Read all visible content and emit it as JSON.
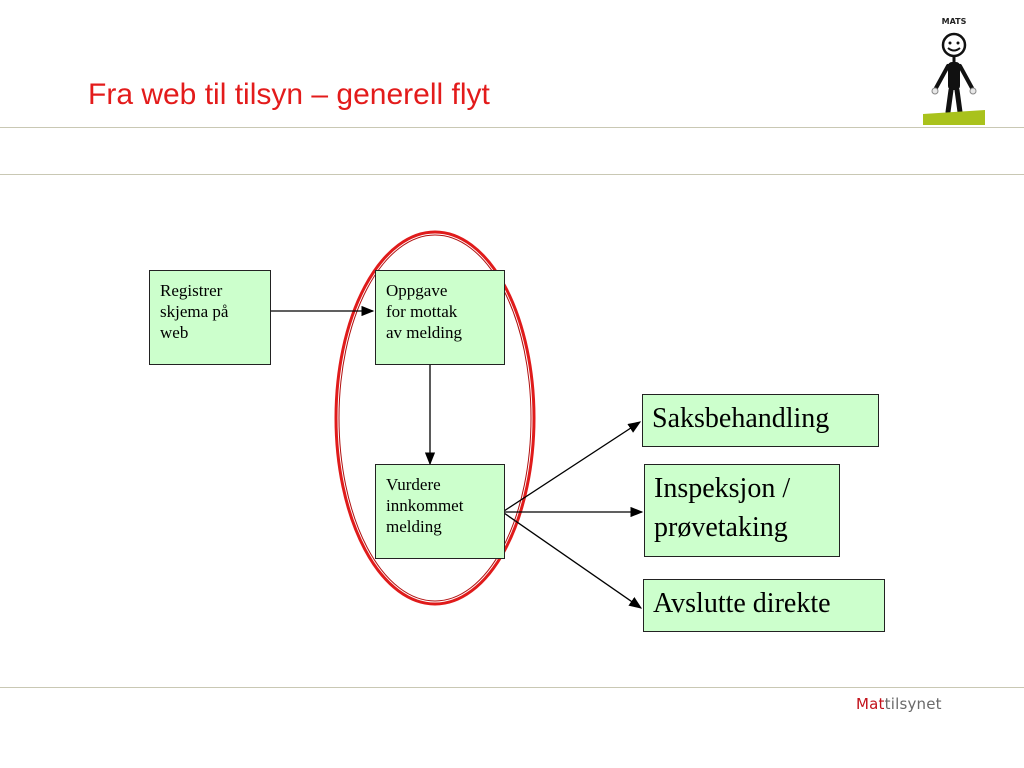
{
  "slide": {
    "title": "Fra web til tilsyn – generell flyt"
  },
  "logo": {
    "label": "MATS",
    "icon": "stick-figure-icon"
  },
  "footer": {
    "brand_part1": "Mat",
    "brand_part2": "tilsynet"
  },
  "diagram": {
    "nodes": {
      "registrer": "Registrer\nskjema på\nweb",
      "oppgave": "Oppgave\nfor mottak\nav melding",
      "vurdere": "Vurdere\ninnkommet\nmelding",
      "saksbehandling": "Saksbehandling",
      "inspeksjon": "Inspeksjon /\nprøvetaking",
      "avslutte": "Avslutte direkte"
    },
    "edges": [
      [
        "registrer",
        "oppgave"
      ],
      [
        "oppgave",
        "vurdere"
      ],
      [
        "vurdere",
        "saksbehandling"
      ],
      [
        "vurdere",
        "inspeksjon"
      ],
      [
        "vurdere",
        "avslutte"
      ]
    ],
    "highlight_color": "#e01b1b",
    "box_color": "#ccffcc"
  }
}
